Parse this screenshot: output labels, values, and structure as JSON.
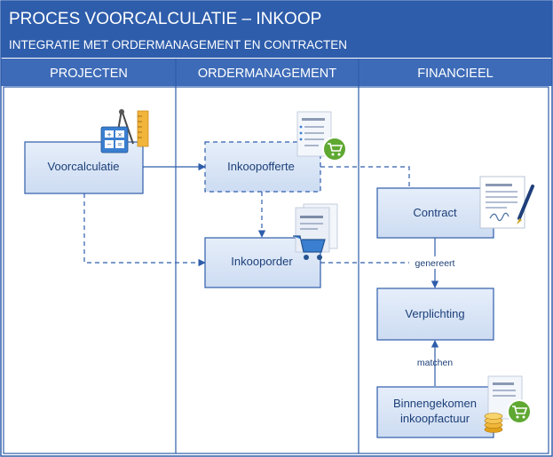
{
  "header": {
    "title": "PROCES VOORCALCULATIE – INKOOP",
    "subtitle": "INTEGRATIE MET ORDERMANAGEMENT EN CONTRACTEN"
  },
  "lanes": [
    {
      "id": "projecten",
      "label": "PROJECTEN"
    },
    {
      "id": "ordermanagement",
      "label": "ORDERMANAGEMENT"
    },
    {
      "id": "financieel",
      "label": "FINANCIEEL"
    }
  ],
  "nodes": [
    {
      "id": "voorcalculatie",
      "label": "Voorcalculatie",
      "lane": "projecten",
      "style": "solid",
      "icon": "calculator-ruler-icon"
    },
    {
      "id": "inkoopofferte",
      "label": "Inkoopofferte",
      "lane": "ordermanagement",
      "style": "dashed",
      "icon": "document-cart-icon"
    },
    {
      "id": "inkooporder",
      "label": "Inkooporder",
      "lane": "ordermanagement",
      "style": "solid",
      "icon": "document-shopping-cart-icon"
    },
    {
      "id": "contract",
      "label": "Contract",
      "lane": "financieel",
      "style": "solid",
      "icon": "signed-contract-pen-icon"
    },
    {
      "id": "verplichting",
      "label": "Verplichting",
      "lane": "financieel",
      "style": "solid",
      "icon": ""
    },
    {
      "id": "inkoopfactuur",
      "label_lines": [
        "Binnengekomen",
        "inkoopfactuur"
      ],
      "lane": "financieel",
      "style": "solid",
      "icon": "invoice-coins-icon"
    }
  ],
  "edges": [
    {
      "from": "voorcalculatie",
      "to": "inkoopofferte",
      "style": "solid",
      "label": ""
    },
    {
      "from": "voorcalculatie",
      "to": "inkooporder",
      "style": "dashed",
      "label": ""
    },
    {
      "from": "inkoopofferte",
      "to": "inkooporder",
      "style": "dashed",
      "label": ""
    },
    {
      "from": "inkoopofferte",
      "to": "contract",
      "style": "dashed",
      "label": ""
    },
    {
      "from": "inkooporder",
      "to": "verplichting",
      "style": "dashed",
      "label": "genereert"
    },
    {
      "from": "contract",
      "to": "verplichting",
      "style": "solid",
      "label": ""
    },
    {
      "from": "inkoopfactuur",
      "to": "verplichting",
      "style": "solid",
      "label": "matchen"
    }
  ],
  "colors": {
    "header_bg": "#2e5dab",
    "lane_header_bg": "#3d6bb8",
    "box_fill": "#d6e4f7",
    "box_stroke": "#2e5dab",
    "line": "#2e5dab",
    "text": "#1c3f78"
  }
}
